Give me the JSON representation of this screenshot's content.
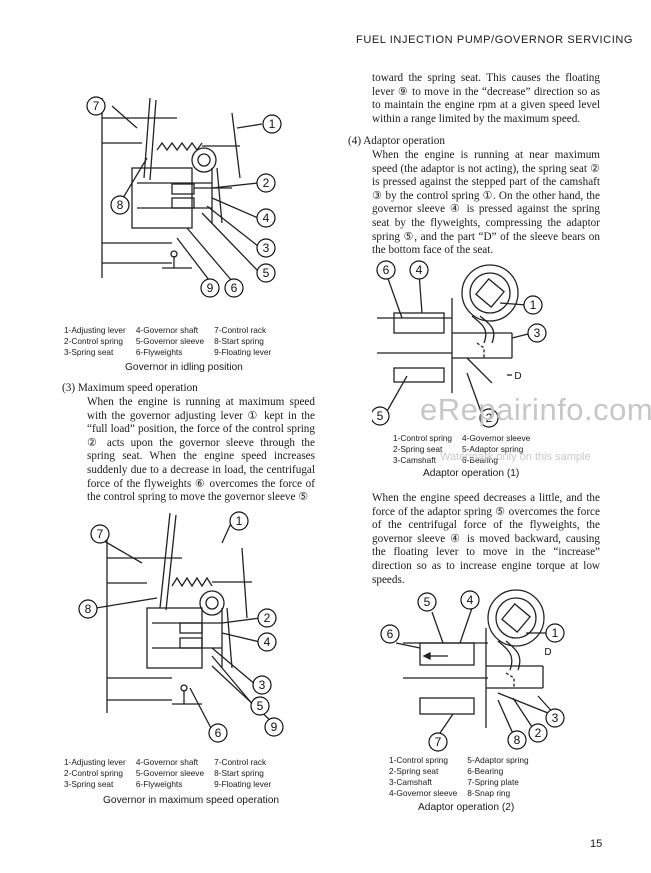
{
  "header": {
    "title": "FUEL INJECTION PUMP/GOVERNOR SERVICING"
  },
  "page_number": "15",
  "watermark": {
    "main": "eRepairinfo.com",
    "sub": "Watermark only on this sample"
  },
  "figure1": {
    "callouts": [
      "7",
      "1",
      "8",
      "2",
      "4",
      "3",
      "5",
      "9",
      "6"
    ],
    "legend": [
      [
        "1-Adjusting lever",
        "4-Governor shaft",
        "7-Control rack"
      ],
      [
        "2-Control spring",
        "5-Governor sleeve",
        "8-Start spring"
      ],
      [
        "3-Spring seat",
        "6-Flyweights",
        "9-Floating lever"
      ]
    ],
    "caption": "Governor in idling position"
  },
  "section3": {
    "heading": "(3)  Maximum speed operation",
    "text": "When the engine is running at maximum speed with the governor adjusting lever ① kept in the “full load” position, the force of the control spring ② acts upon the governor sleeve through the spring seat. When the engine speed increases suddenly due to a decrease in load, the centrifugal force of the flyweights ⑥ overcomes the force of the control spring to move the governor sleeve ⑤"
  },
  "figure2": {
    "callouts": [
      "7",
      "1",
      "8",
      "2",
      "4",
      "3",
      "5",
      "9",
      "6"
    ],
    "legend": [
      [
        "1-Adjusting lever",
        "4-Governor shaft",
        "7-Control rack"
      ],
      [
        "2-Control spring",
        "5-Governor sleeve",
        "8-Start spring"
      ],
      [
        "3-Spring seat",
        "6-Flyweights",
        "9-Floating lever"
      ]
    ],
    "caption": "Governor in maximum speed operation"
  },
  "right_column": {
    "cont_text": "toward the spring seat. This causes the floating lever ⑨ to move in the “decrease” direction so as to maintain the engine rpm at a given speed level within a range limited by the maximum speed.",
    "section4_heading": "(4)  Adaptor operation",
    "section4_text": "When the engine is running at near maximum speed (the adaptor is not acting), the spring seat ② is pressed against the stepped part of the camshaft ③ by the control spring ①. On the other hand, the governor sleeve ④ is pressed against the spring seat by the flyweights, compressing the adaptor spring ⑤, and the part “D” of the sleeve bears on the bottom face of the seat.",
    "para2": "When the engine speed decreases a little, and the force of the adaptor spring ⑤ overcomes the force of the centrifugal force of the flyweights, the governor sleeve ④ is moved backward, causing the floating lever to move in the “increase” direction so as to increase engine torque at low speeds."
  },
  "figure3": {
    "callouts": [
      "6",
      "4",
      "1",
      "3",
      "5",
      "2"
    ],
    "label_d": "D",
    "legend": [
      [
        "1-Control spring",
        "4-Governor sleeve"
      ],
      [
        "2-Spring seat",
        "5-Adaptor spring"
      ],
      [
        "3-Camshaft",
        "6-Bearing"
      ]
    ],
    "caption": "Adaptor operation (1)"
  },
  "figure4": {
    "callouts": [
      "5",
      "4",
      "6",
      "1",
      "3",
      "7",
      "8",
      "2"
    ],
    "label_d": "D",
    "legend": [
      [
        "1-Control spring",
        "5-Adaptor spring"
      ],
      [
        "2-Spring seat",
        "6-Bearing"
      ],
      [
        "3-Camshaft",
        "7-Spring plate"
      ],
      [
        "4-Governor sleeve",
        "8-Snap ring"
      ]
    ],
    "caption": "Adaptor operation (2)"
  }
}
